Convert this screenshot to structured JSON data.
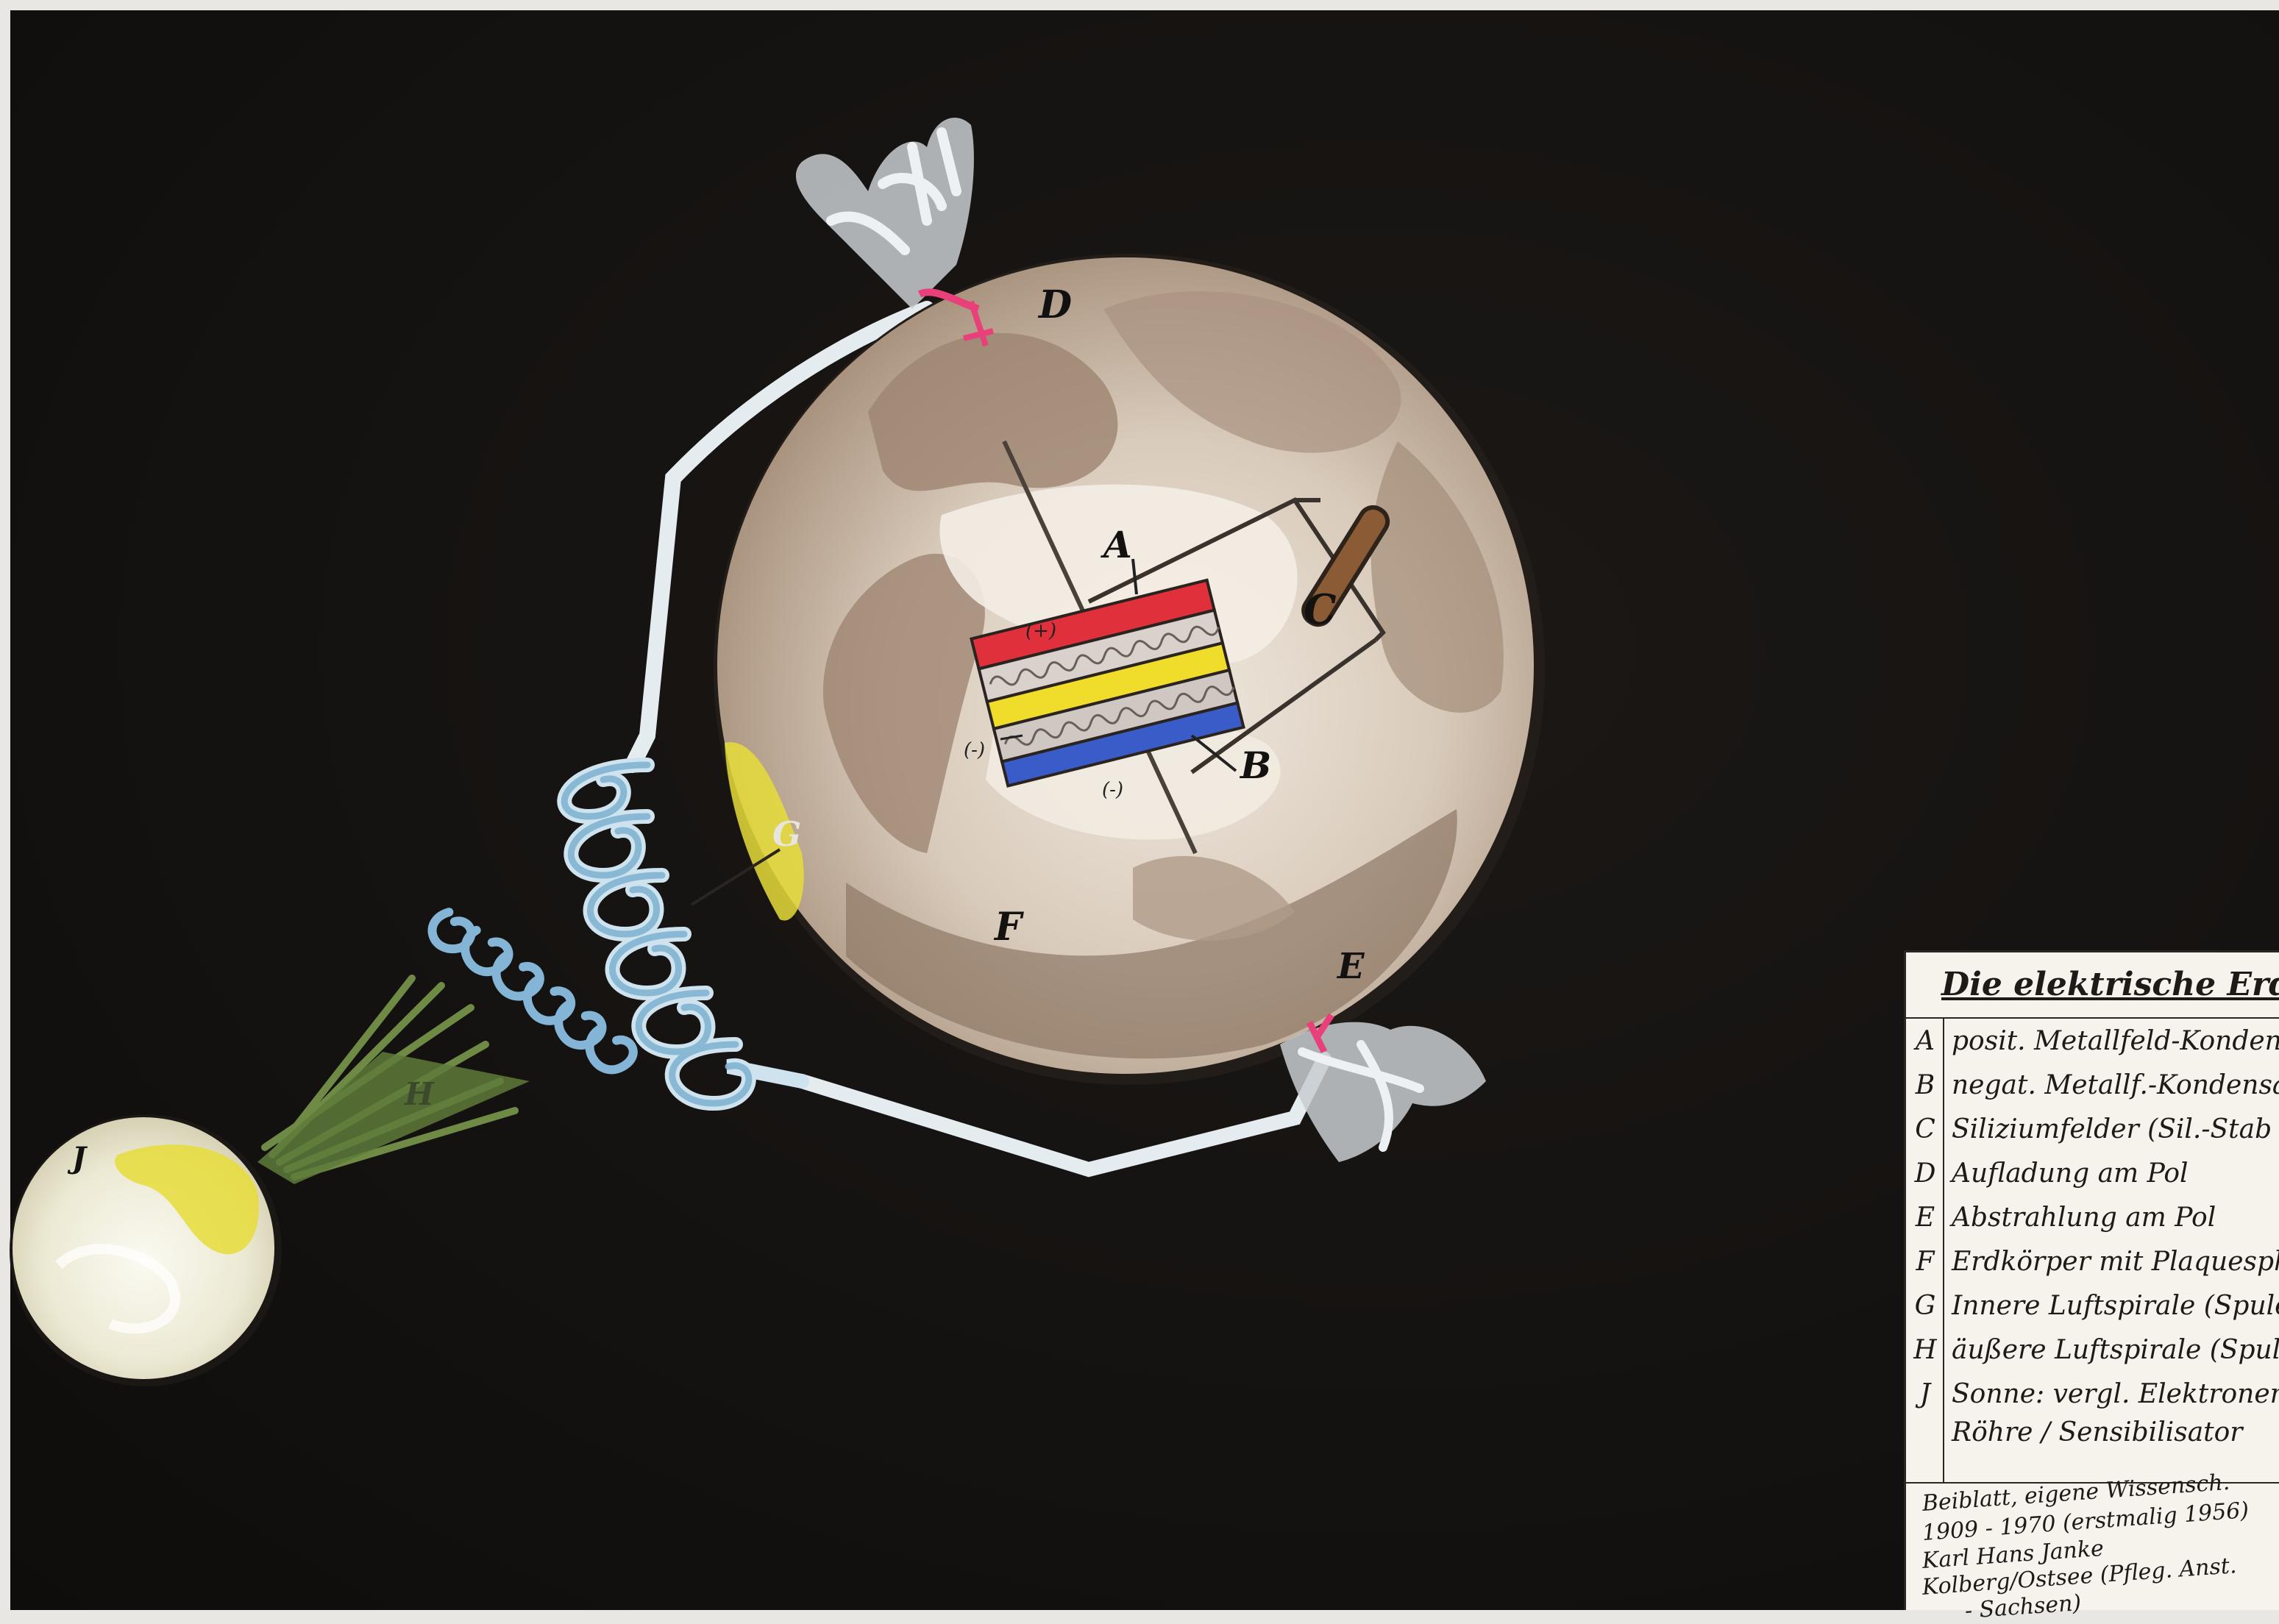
{
  "diagram_labels": {
    "A": "A",
    "B": "B",
    "C": "C",
    "D": "D",
    "E": "E",
    "F": "F",
    "G": "G",
    "H": "H",
    "J": "J",
    "plus": "(+)",
    "minus_left": "(-)",
    "minus_bottom": "(-)"
  },
  "legend": {
    "title": "Die elektrische Erde",
    "items": [
      {
        "key": "A",
        "text": "posit. Metallfeld-Kondens."
      },
      {
        "key": "B",
        "text": "negat. Metallf.-Kondensat"
      },
      {
        "key": "C",
        "text": "Siliziumfelder (Sil.-Stab"
      },
      {
        "key": "D",
        "text": "Aufladung am Pol"
      },
      {
        "key": "E",
        "text": "Abstrahlung am Pol"
      },
      {
        "key": "F",
        "text": "Erdkörper mit Plaquesphäre"
      },
      {
        "key": "G",
        "text": "Innere Luftspirale (Spule"
      },
      {
        "key": "H",
        "text": "äußere Luftspirale (Spule"
      },
      {
        "key": "J",
        "text": "Sonne: vergl. Elektronen",
        "text2": "Röhre / Sensibilisator"
      }
    ],
    "notes": [
      "Beiblatt, eigene Wissensch.",
      "1909 - 1970 (erstmalig 1956)",
      "Karl Hans Janke",
      "Kolberg/Ostsee (Pfleg. Anst.",
      "- Sachsen)"
    ]
  },
  "colors": {
    "background": "#141210",
    "earth": "#d8cabb",
    "earth_dark": "#8d7865",
    "wire": "#e4ecf0",
    "coil": "#7fb2cf",
    "sun": "#f0eedb",
    "sun_yellow": "#e6dc3a",
    "strip_red": "#e0303c",
    "strip_yellow": "#f0dc2a",
    "strip_blue": "#3a5cc8",
    "pole_pink": "#e8407a",
    "ray_green": "#5e7a3a"
  }
}
